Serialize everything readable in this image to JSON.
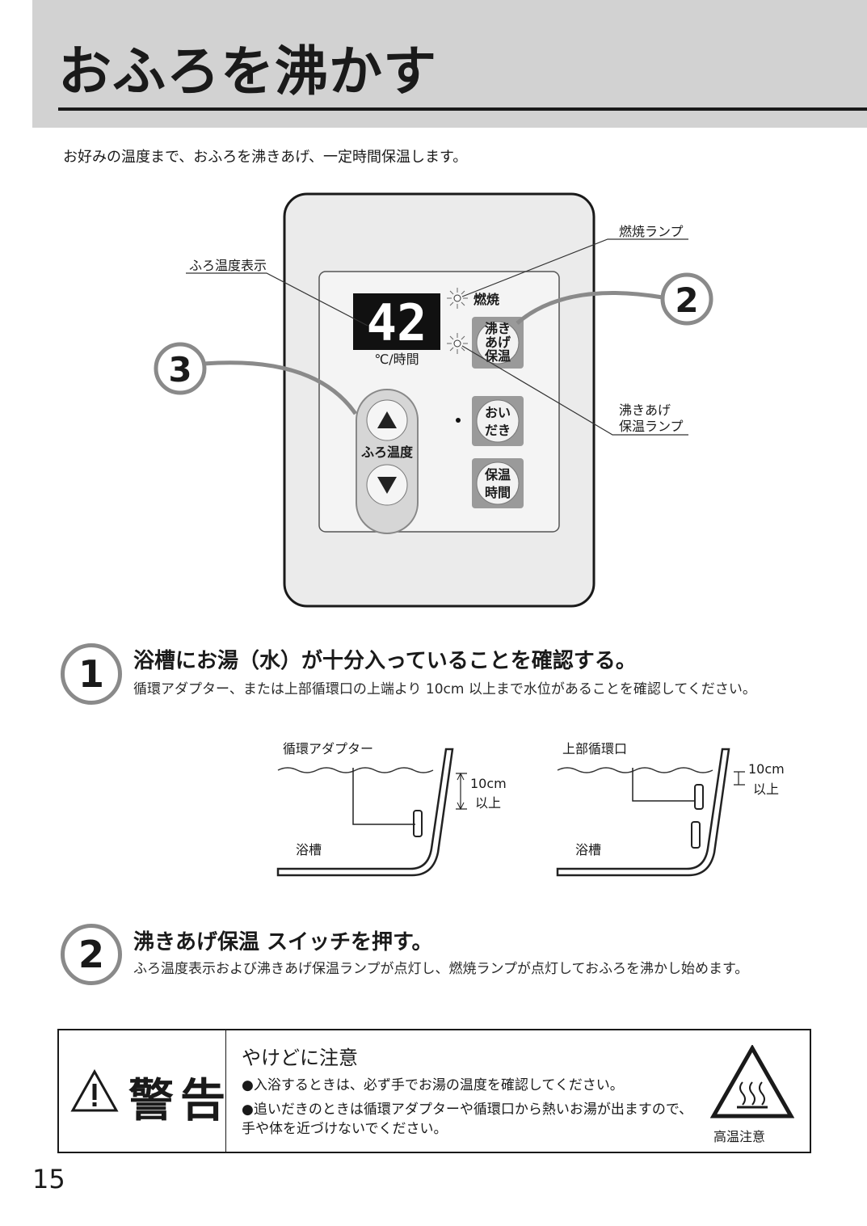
{
  "header": {
    "title": "おふろを沸かす",
    "intro": "お好みの温度まで、おふろを沸きあげ、一定時間保温します。"
  },
  "remote": {
    "display_value": "42",
    "display_unit": "℃/時間",
    "lamp_combustion": "燃焼",
    "label_temp_display": "ふろ温度表示",
    "label_combustion_lamp": "燃焼ランプ",
    "label_boil_lamp_line1": "沸きあげ",
    "label_boil_lamp_line2": "保温ランプ",
    "btn_boil_line1": "沸き",
    "btn_boil_line2": "あげ",
    "btn_boil_line3": "保温",
    "btn_reheat_line1": "おい",
    "btn_reheat_line2": "だき",
    "btn_keep_line1": "保温",
    "btn_keep_line2": "時間",
    "temp_label": "ふろ温度",
    "callout_2": "2",
    "callout_3": "3"
  },
  "steps": [
    {
      "num": "1",
      "title": "浴槽にお湯（水）が十分入っていることを確認する。",
      "desc": "循環アダプター、または上部循環口の上端より 10cm 以上まで水位があることを確認してください。"
    },
    {
      "num": "2",
      "title": "沸きあげ保温 スイッチを押す。",
      "desc": "ふろ温度表示および沸きあげ保温ランプが点灯し、燃焼ランプが点灯しておふろを沸かし始めます。"
    }
  ],
  "bath_figures": {
    "left_label": "循環アダプター",
    "right_label": "上部循環口",
    "tub_label": "浴槽",
    "measure_value": "10cm",
    "measure_suffix": "以上"
  },
  "warning": {
    "word": "警告",
    "heading": "やけどに注意",
    "items": [
      "●入浴するときは、必ず手でお湯の温度を確認してください。",
      "●追いだきのときは循環アダプターや循環口から熱いお湯が出ますので、手や体を近づけないでください。"
    ],
    "hot_label": "高温注意"
  },
  "page_number": "15"
}
